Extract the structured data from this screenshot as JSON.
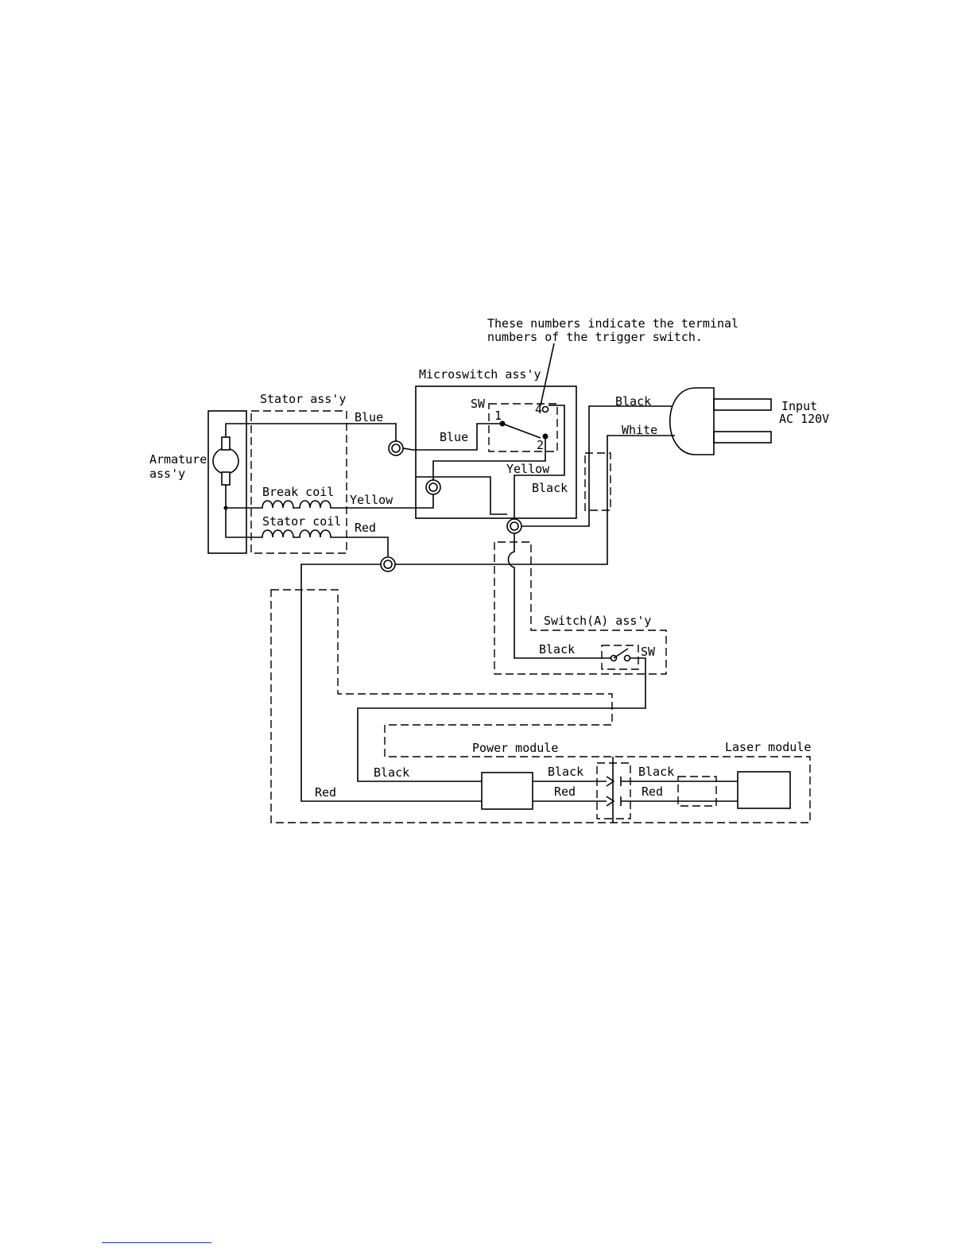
{
  "labels": {
    "annotation_line1": "These numbers indicate the terminal",
    "annotation_line2": "numbers of the trigger switch.",
    "microswitch": "Microswitch ass'y",
    "stator": "Stator ass'y",
    "armature_line1": "Armature",
    "armature_line2": "ass'y",
    "break_coil": "Break coil",
    "stator_coil": "Stator coil",
    "sw": "SW",
    "sw2": "SW",
    "term_1": "1",
    "term_2": "2",
    "term_4": "4",
    "input_line1": "Input",
    "input_line2": "AC 120V",
    "switch_a": "Switch(A) ass'y",
    "power_module": "Power module",
    "laser_module": "Laser module"
  },
  "wires": {
    "blue_top": "Blue",
    "blue_inner": "Blue",
    "yellow_stator": "Yellow",
    "yellow_micro": "Yellow",
    "black_micro": "Black",
    "red_stator": "Red",
    "black_plug": "Black",
    "white_plug": "White",
    "black_switch": "Black",
    "black_power_in": "Black",
    "red_power_in": "Red",
    "black_pm_out": "Black",
    "red_pm_out": "Red",
    "black_lm": "Black",
    "red_lm": "Red"
  }
}
